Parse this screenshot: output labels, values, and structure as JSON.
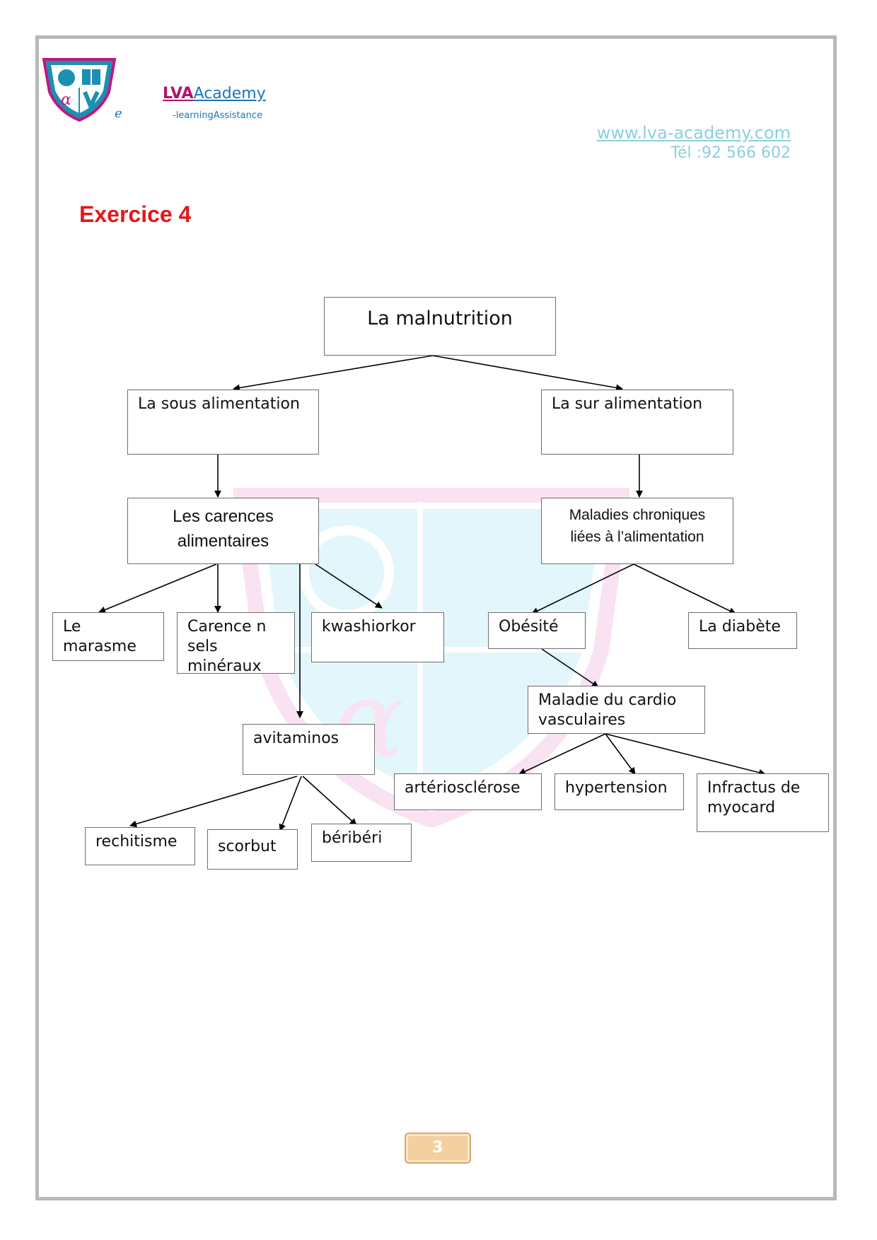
{
  "header": {
    "brand_lva": "LVA",
    "brand_academy": "Academy",
    "brand_e": "e",
    "tagline": "-learningAssistance",
    "website": "www.lva-academy.com",
    "phone": "Tél :92 566 602"
  },
  "exercise_title": "Exercice 4",
  "diagram": {
    "nodes": {
      "root": "La malnutrition",
      "sous": "La sous alimentation",
      "sur": "La sur alimentation",
      "carences": "Les carences alimentaires",
      "maladies": "Maladies chroniques liées à l’alimentation",
      "marasme": "Le marasme",
      "carence_sels": "Carence n sels minéraux",
      "kwashiorkor": "kwashiorkor",
      "obesite": "Obésité",
      "diabete": "La diabète",
      "avitaminos": "avitaminos",
      "cardio": "Maladie du cardio vasculaires",
      "rechitisme": "rechitisme",
      "scorbut": "scorbut",
      "beriberi": "béribéri",
      "arterio": "artériosclérose",
      "hypertension": "hypertension",
      "infractus": "Infractus de myocard"
    },
    "edges": [
      [
        "root",
        "sous"
      ],
      [
        "root",
        "sur"
      ],
      [
        "sous",
        "carences"
      ],
      [
        "sur",
        "maladies"
      ],
      [
        "carences",
        "marasme"
      ],
      [
        "carences",
        "carence_sels"
      ],
      [
        "carences",
        "kwashiorkor"
      ],
      [
        "carences",
        "avitaminos"
      ],
      [
        "maladies",
        "obesite"
      ],
      [
        "maladies",
        "diabete"
      ],
      [
        "obesite",
        "cardio"
      ],
      [
        "avitaminos",
        "rechitisme"
      ],
      [
        "avitaminos",
        "scorbut"
      ],
      [
        "avitaminos",
        "beriberi"
      ],
      [
        "cardio",
        "arterio"
      ],
      [
        "cardio",
        "hypertension"
      ],
      [
        "cardio",
        "infractus"
      ]
    ]
  },
  "page_number": "3",
  "colors": {
    "title": "#e2181b",
    "brand_pink": "#b0126a",
    "brand_blue": "#1c76b8",
    "link_light": "#8ccfe0"
  }
}
